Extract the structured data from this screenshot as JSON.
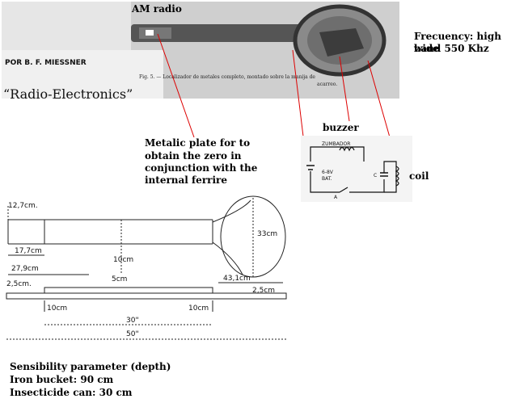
{
  "photo": {
    "author": "POR B. F. MIESSNER",
    "magazine": "“Radio-Electronics”",
    "caption_line1": "Fig. 5. — Localizador de metales completo, montado sobre la manija de",
    "caption_line2": "acarreo."
  },
  "annotations": {
    "am_radio": "AM radio",
    "frequency_line1": "Frecuency: high wide",
    "frequency_line2": "band 550 Khz",
    "buzzer": "buzzer",
    "coil": "coil",
    "plate_line1": "Metalic plate for to",
    "plate_line2": "obtain the zero in",
    "plate_line3": "conjunction with the",
    "plate_line4": "internal ferrire"
  },
  "schematic": {
    "zumbador": "ZUMBADOR",
    "battery_voltage": "6-8V",
    "battery_label": "BAT.",
    "capacitor": "C",
    "switch": "A"
  },
  "dimensions": {
    "d1": "12,7cm.",
    "d2": "17,7cm",
    "d3": "27,9cm",
    "d4": "10cm",
    "d5": "33cm",
    "d6": "5cm",
    "d7": "2,5cm.",
    "d8": "43,1cm",
    "d9": "2,5cm",
    "d10": "10cm",
    "d11": "10cm",
    "d12": "30\"",
    "d13": "50\""
  },
  "sensitivity": {
    "title": "Sensibility parameter (depth)",
    "iron_bucket": "Iron bucket: 90 cm",
    "insecticide": "Insecticide can: 30 cm"
  }
}
